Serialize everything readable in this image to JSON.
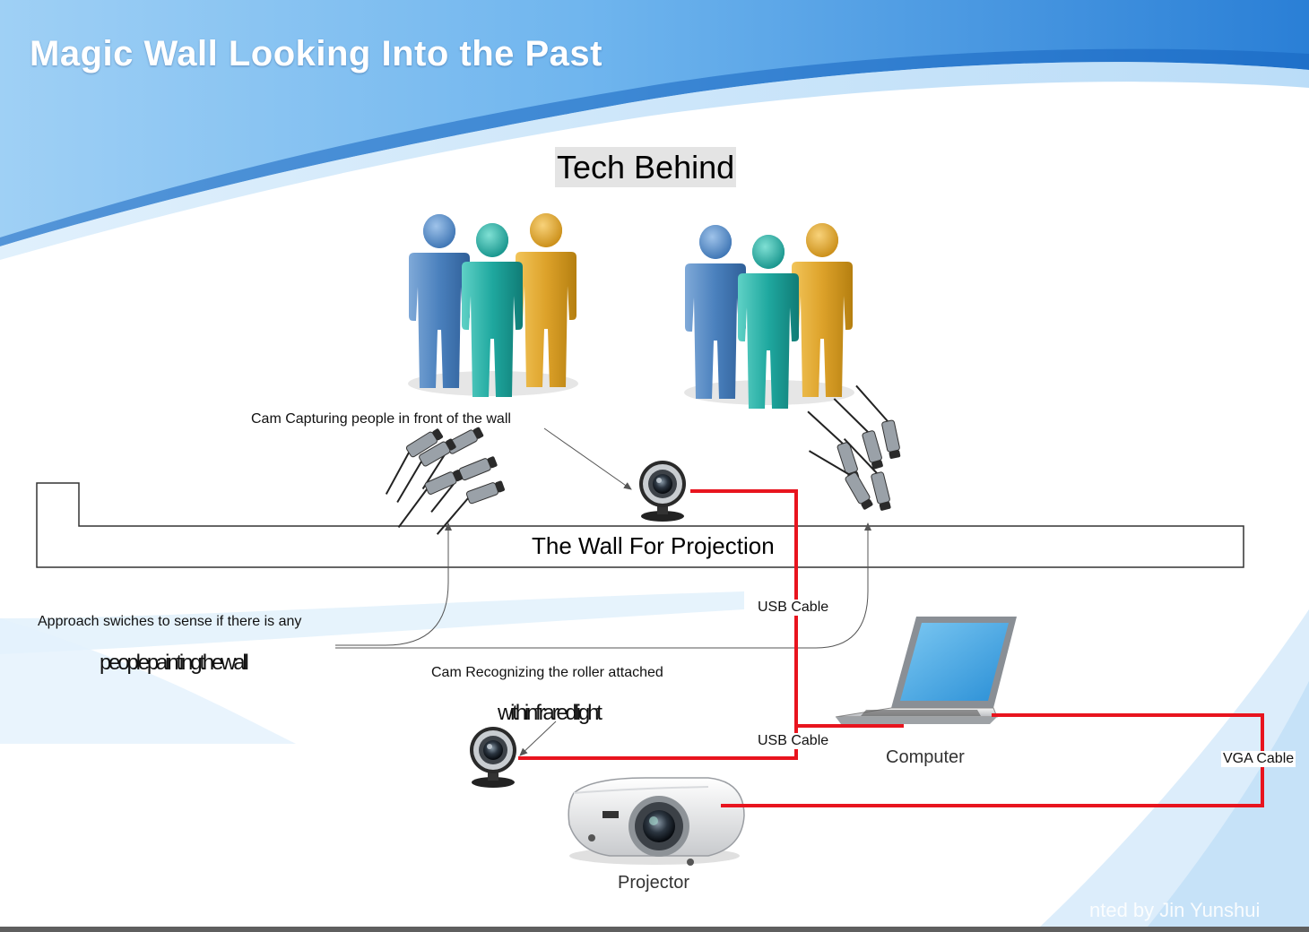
{
  "slide": {
    "title": "Magic Wall Looking Into the Past",
    "subtitle": "Tech Behind",
    "footer": "nted by Jin Yunshui"
  },
  "labels": {
    "cam_top": "Cam Capturing people in front of the wall",
    "wall": "The Wall For Projection",
    "approach_line1": "Approach swiches to sense if there is any",
    "approach_line2": "peoplepaintingthewall",
    "cam_bottom_line1": "Cam Recognizing the roller attached",
    "cam_bottom_line2": "withinfraredlight"
  },
  "cables": {
    "usb_top": "USB Cable",
    "usb_bottom": "USB Cable",
    "vga": "VGA Cable"
  },
  "devices": {
    "computer": "Computer",
    "projector": "Projector"
  },
  "colors": {
    "cable": "#e8141e",
    "header_blue": "#1f86d8",
    "person_blue": "#4a86c2",
    "person_teal": "#21a8a0",
    "person_gold": "#e0a72a"
  },
  "icons": [
    "people-group-icon",
    "webcam-icon",
    "sensor-switch-icon",
    "laptop-icon",
    "projector-icon"
  ]
}
